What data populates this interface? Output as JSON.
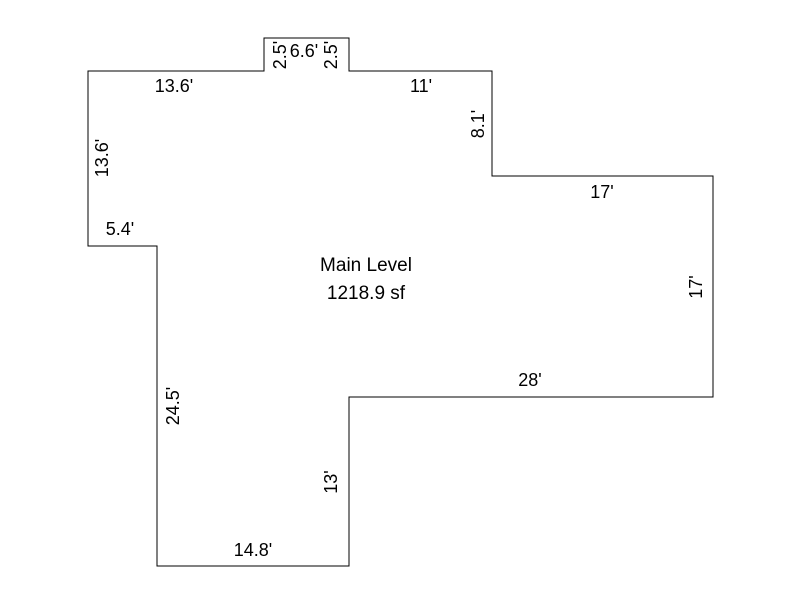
{
  "plan": {
    "level_name": "Main Level",
    "area": "1218.9 sf",
    "outline_color": "#000000",
    "dimensions": {
      "top_left_wall": "13.6'",
      "bump_left_side": "2.5'",
      "bump_top": "6.6'",
      "bump_right_side": "2.5'",
      "top_right_wall": "11'",
      "right_step_vertical": "8.1'",
      "right_wing_top": "17'",
      "right_wall": "17'",
      "right_wing_bottom": "28'",
      "inner_vertical": "13'",
      "bottom_wall": "14.8'",
      "left_lower_wall": "24.5'",
      "left_step_horizontal": "5.4'",
      "left_upper_wall": "13.6'"
    }
  }
}
